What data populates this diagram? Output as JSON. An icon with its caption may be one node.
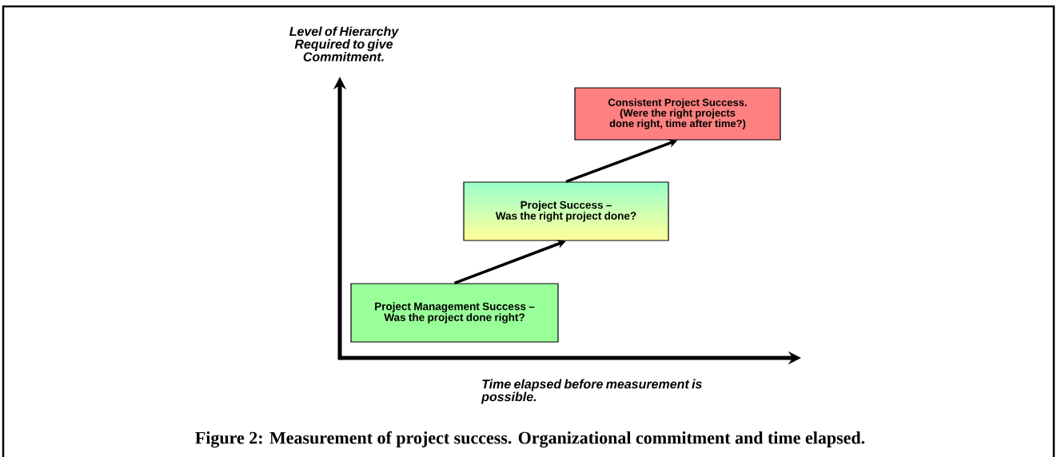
{
  "diagram": {
    "caption": "Figure 2: Measurement of project success. Organizational commitment and time elapsed.",
    "nodes": [
      {
        "text": [
          "Project Management Success –",
          "Was the project done right?"
        ]
      },
      {
        "text": [
          "Project Success –",
          "Was the right project done?"
        ]
      },
      {
        "text": [
          "Consistent Project Success.",
          "(Were the right projects done right, time after time?)"
        ]
      }
    ],
    "edges": [
      {
        "from": 0,
        "to": 1,
        "arrow": "to"
      },
      {
        "from": 1,
        "to": 2,
        "arrow": "to"
      }
    ],
    "labels": [
      "Level of Hierarchy Required to give Commitment.",
      "Time elapsed before measurement is possible."
    ]
  }
}
